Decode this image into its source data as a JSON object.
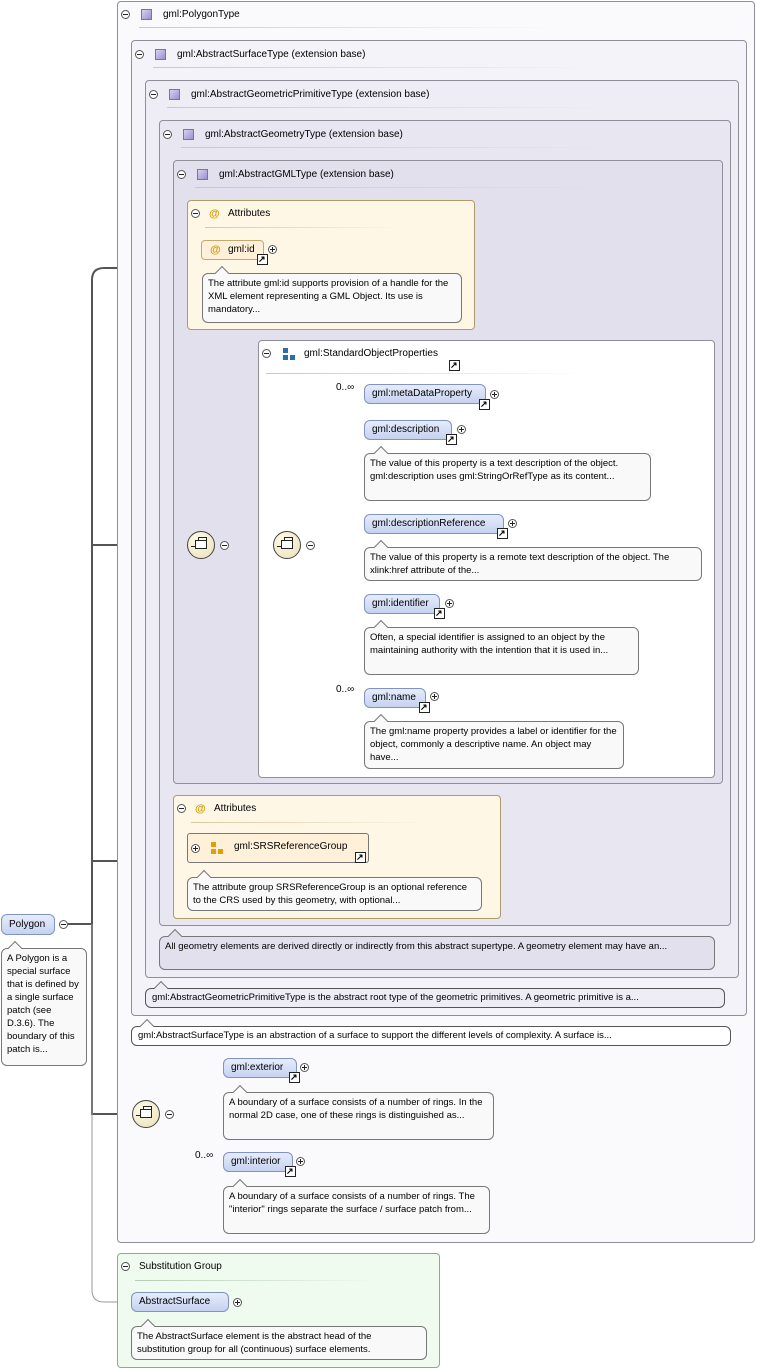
{
  "polygon_type": {
    "title": "gml:PolygonType",
    "surface": {
      "title": "gml:AbstractSurfaceType (extension base)",
      "primitive": {
        "title": "gml:AbstractGeometricPrimitiveType (extension base)",
        "geometry": {
          "title": "gml:AbstractGeometryType (extension base)",
          "gml_type": {
            "title": "gml:AbstractGMLType (extension base)",
            "attributes": {
              "title": "Attributes",
              "id_name": "gml:id",
              "id_doc": "The attribute gml:id supports provision of a handle for the XML element representing a GML Object. Its use is mandatory..."
            },
            "standard_props": {
              "title": "gml:StandardObjectProperties",
              "elements": [
                {
                  "name": "gml:metaDataProperty",
                  "card": "0..∞",
                  "doc": ""
                },
                {
                  "name": "gml:description",
                  "card": "",
                  "doc": "The value of this property is a text description of the object. gml:description uses gml:StringOrRefType as its content..."
                },
                {
                  "name": "gml:descriptionReference",
                  "card": "",
                  "doc": "The value of this property is a remote text description of the object. The xlink:href attribute of the..."
                },
                {
                  "name": "gml:identifier",
                  "card": "",
                  "doc": "Often, a special identifier is assigned to an object by the maintaining authority with the intention that it is used in..."
                },
                {
                  "name": "gml:name",
                  "card": "0..∞",
                  "doc": "The gml:name property provides a label or identifier for the object, commonly a descriptive name. An object may have..."
                }
              ]
            }
          },
          "attributes": {
            "title": "Attributes",
            "group_name": "gml:SRSReferenceGroup",
            "group_doc": "The attribute group SRSReferenceGroup is an optional reference to the CRS used by this geometry, with optional..."
          },
          "doc": "All geometry elements are derived directly or indirectly from this abstract supertype. A geometry element may have an..."
        },
        "doc": "gml:AbstractGeometricPrimitiveType is the abstract root type of the geometric primitives. A geometric primitive is a..."
      },
      "doc": "gml:AbstractSurfaceType is an abstraction of a surface to support the different levels of complexity. A surface is..."
    },
    "exterior": {
      "name": "gml:exterior",
      "doc": "A boundary of a surface consists of a number of rings. In the normal 2D case, one of these rings is distinguished as..."
    },
    "interior": {
      "name": "gml:interior",
      "card": "0..∞",
      "doc": "A boundary of a surface consists of a number of rings. The \"interior\" rings separate the surface / surface patch from..."
    }
  },
  "root": {
    "name": "Polygon",
    "doc": "A Polygon is a special surface that is defined by a single surface patch (see D.3.6). The boundary of this patch is..."
  },
  "substitution": {
    "title": "Substitution Group",
    "element": "AbstractSurface",
    "doc": "The AbstractSurface element is the abstract head of the substitution group for all (continuous) surface elements."
  }
}
